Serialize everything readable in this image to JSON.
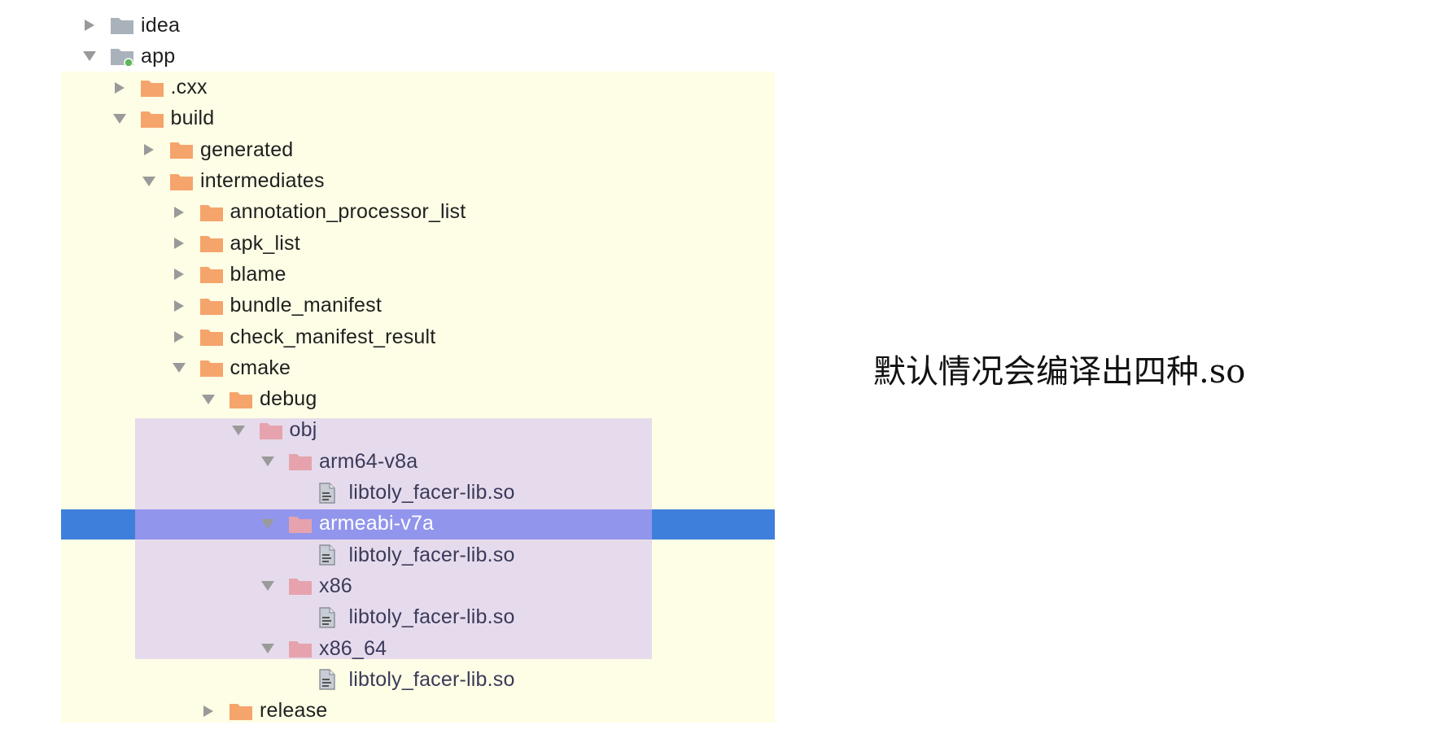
{
  "colors": {
    "excluded_bg": "#fefee6",
    "generated_bg": "#d2bef0",
    "selection": "#3f7fdc",
    "folder_orange": "#f5a46c",
    "folder_pink": "#e6a3ad",
    "arrow_gray": "#9a9a9a"
  },
  "caption": "默认情况会编译出四种.so",
  "tree": [
    {
      "label": "idea",
      "type": "folder-gray",
      "arrow": "right",
      "depth": 0
    },
    {
      "label": "app",
      "type": "module",
      "arrow": "down",
      "depth": 0
    },
    {
      "label": ".cxx",
      "type": "folder-orange",
      "arrow": "right",
      "depth": 1
    },
    {
      "label": "build",
      "type": "folder-orange",
      "arrow": "down",
      "depth": 1
    },
    {
      "label": "generated",
      "type": "folder-orange",
      "arrow": "right",
      "depth": 2
    },
    {
      "label": "intermediates",
      "type": "folder-orange",
      "arrow": "down",
      "depth": 2
    },
    {
      "label": "annotation_processor_list",
      "type": "folder-orange",
      "arrow": "right",
      "depth": 3
    },
    {
      "label": "apk_list",
      "type": "folder-orange",
      "arrow": "right",
      "depth": 3
    },
    {
      "label": "blame",
      "type": "folder-orange",
      "arrow": "right",
      "depth": 3
    },
    {
      "label": "bundle_manifest",
      "type": "folder-orange",
      "arrow": "right",
      "depth": 3
    },
    {
      "label": "check_manifest_result",
      "type": "folder-orange",
      "arrow": "right",
      "depth": 3
    },
    {
      "label": "cmake",
      "type": "folder-orange",
      "arrow": "down",
      "depth": 3
    },
    {
      "label": "debug",
      "type": "folder-orange",
      "arrow": "down",
      "depth": 4
    },
    {
      "label": "obj",
      "type": "folder-pink",
      "arrow": "down",
      "depth": 5
    },
    {
      "label": "arm64-v8a",
      "type": "folder-pink",
      "arrow": "down",
      "depth": 6
    },
    {
      "label": "libtoly_facer-lib.so",
      "type": "file",
      "arrow": "none",
      "depth": 7
    },
    {
      "label": "armeabi-v7a",
      "type": "folder-pink",
      "arrow": "down",
      "depth": 6,
      "selected": true
    },
    {
      "label": "libtoly_facer-lib.so",
      "type": "file",
      "arrow": "none",
      "depth": 7
    },
    {
      "label": "x86",
      "type": "folder-pink",
      "arrow": "down",
      "depth": 6
    },
    {
      "label": "libtoly_facer-lib.so",
      "type": "file",
      "arrow": "none",
      "depth": 7
    },
    {
      "label": "x86_64",
      "type": "folder-pink",
      "arrow": "down",
      "depth": 6
    },
    {
      "label": "libtoly_facer-lib.so",
      "type": "file",
      "arrow": "none",
      "depth": 7
    },
    {
      "label": "release",
      "type": "folder-orange",
      "arrow": "right",
      "depth": 4
    }
  ]
}
